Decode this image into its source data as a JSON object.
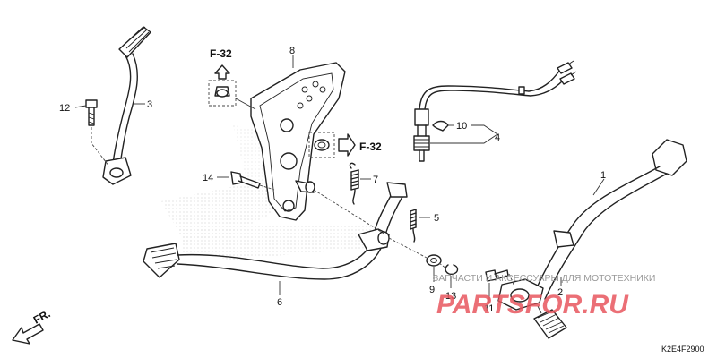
{
  "diagram": {
    "callouts": {
      "c1": "1",
      "c2": "2",
      "c3": "3",
      "c4": "4",
      "c5": "5",
      "c6": "6",
      "c7": "7",
      "c8": "8",
      "c9": "9",
      "c10": "10",
      "c11": "11",
      "c12": "12",
      "c13": "13",
      "c14": "14"
    },
    "refs": {
      "top": "F-32",
      "right": "F-32"
    },
    "direction_label": "FR.",
    "diagram_code": "K2E4F2900"
  },
  "watermark": {
    "tagline": "ЗАПЧАСТИ И АКСЕССУАРЫ ДЛЯ МОТОТЕХНИКИ",
    "brand": "PARTSFOR.RU"
  }
}
